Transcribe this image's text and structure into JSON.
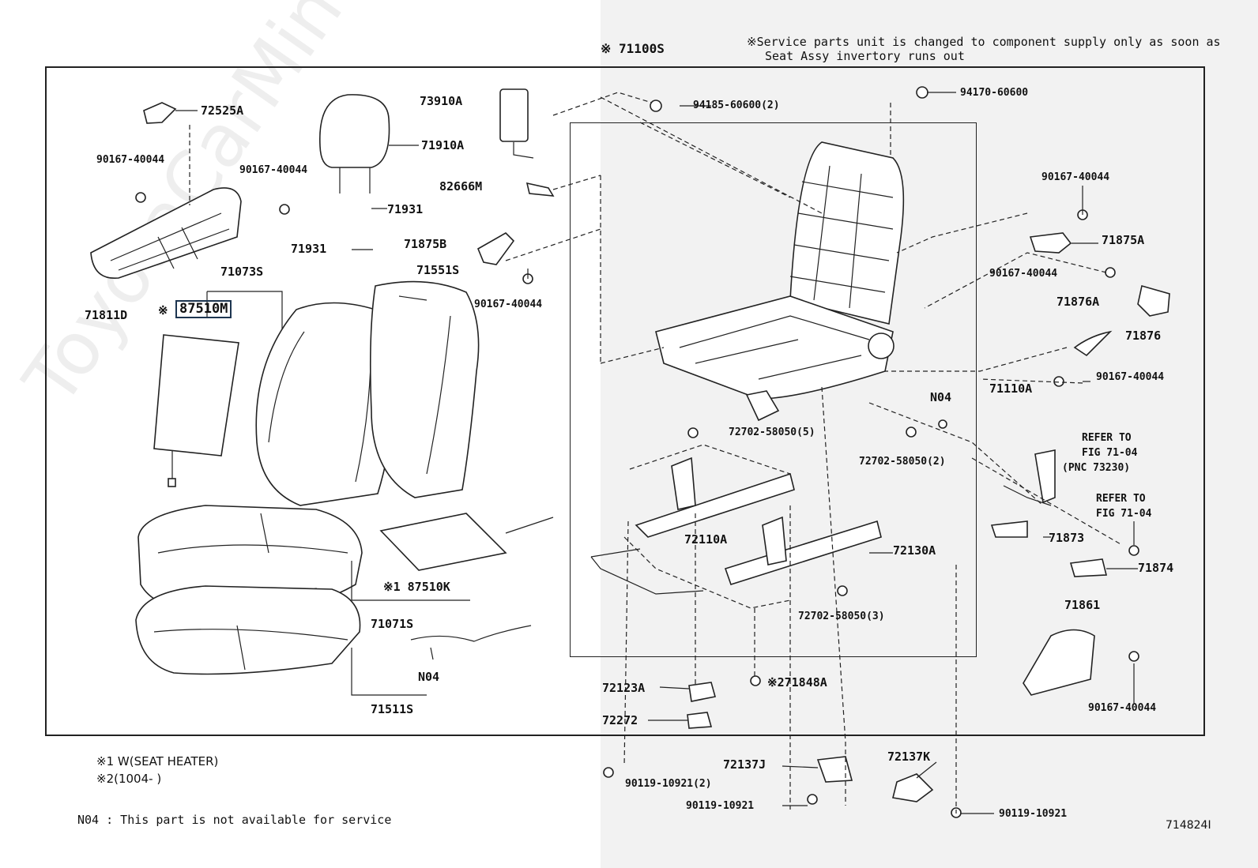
{
  "notes": {
    "service": "※Service parts unit is changed to component supply only as soon as",
    "service2": "Seat Assy invertory runs out",
    "w1": "※1 W(SEAT HEATER)",
    "w2": "※2(1004-       )",
    "n04": "N04 : This part is not available for service",
    "figure_no": "714824I",
    "watermark": "ToyotaCarMine.ru"
  },
  "labels": {
    "assy": "※ 71100S",
    "p72525A": "72525A",
    "p90167a": "90167-40044",
    "p90167b": "90167-40044",
    "p71811D": "71811D",
    "p71910A": "71910A",
    "p71931a": "71931",
    "p71931b": "71931",
    "p73910A": "73910A",
    "p82666M": "82666M",
    "p71875B": "71875B",
    "p90167c": "90167-40044",
    "p71073S": "71073S",
    "p71551S": "71551S",
    "p87510M_mark": "※",
    "p87510M": "87510M",
    "p87510K": "※1 87510K",
    "p71071S": "71071S",
    "pN04a": "N04",
    "p71511S": "71511S",
    "p94185": "94185-60600(2)",
    "p94170": "94170-60600",
    "p90167d": "90167-40044",
    "p71875A": "71875A",
    "p90167e": "90167-40044",
    "p71876A": "71876A",
    "p71876": "71876",
    "p90167f": "90167-40044",
    "p71110A": "71110A",
    "pN04b": "N04",
    "p72702a": "72702-58050(5)",
    "p72702b": "72702-58050(2)",
    "refer1": "REFER TO",
    "refer1b": "FIG 71-04",
    "refer1c": "(PNC 73230)",
    "refer2": "REFER TO",
    "refer2b": "FIG 71-04",
    "p71873": "71873",
    "p71874": "71874",
    "p72110A": "72110A",
    "p72130A": "72130A",
    "p72702c": "72702-58050(3)",
    "p71861": "71861",
    "p90167g": "90167-40044",
    "p72123A": "72123A",
    "p71848A": "※271848A",
    "p72272": "72272",
    "p72137J": "72137J",
    "p72137K": "72137K",
    "p90119a": "90119-10921(2)",
    "p90119b": "90119-10921",
    "p90119c": "90119-10921"
  }
}
